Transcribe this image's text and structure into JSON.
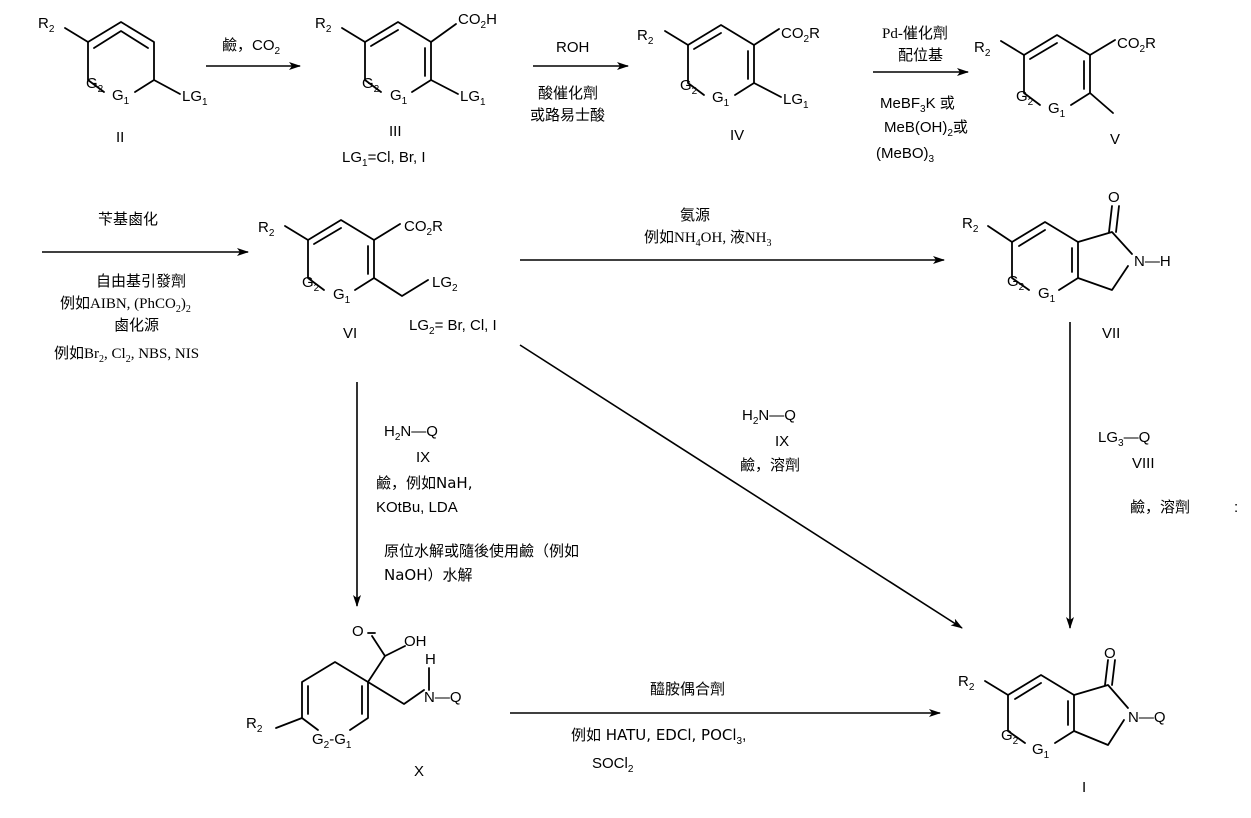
{
  "colors": {
    "ink": "#000000",
    "background": "#ffffff"
  },
  "compounds": {
    "II": {
      "label": "II",
      "r2": "R",
      "r2_sub": "2",
      "g2": "G",
      "g2_sub": "2",
      "g1": "G",
      "g1_sub": "1",
      "lg": "LG",
      "lg_sub": "1"
    },
    "III": {
      "label": "III",
      "r2": "R",
      "r2_sub": "2",
      "g2": "G",
      "g2_sub": "2",
      "g1": "G",
      "g1_sub": "1",
      "lg": "LG",
      "lg_sub": "1",
      "acid": "CO",
      "acid_sub": "2",
      "acid_end": "H",
      "note_a": "LG",
      "note_sub": "1",
      "note_b": "=Cl, Br, I"
    },
    "IV": {
      "label": "IV",
      "r2": "R",
      "r2_sub": "2",
      "g2": "G",
      "g2_sub": "2",
      "g1": "G",
      "g1_sub": "1",
      "lg": "LG",
      "lg_sub": "1",
      "ester": "CO",
      "ester_sub": "2",
      "ester_end": "R"
    },
    "V": {
      "label": "V",
      "r2": "R",
      "r2_sub": "2",
      "g2": "G",
      "g2_sub": "2",
      "g1": "G",
      "g1_sub": "1",
      "ester": "CO",
      "ester_sub": "2",
      "ester_end": "R"
    },
    "VI": {
      "label": "VI",
      "r2": "R",
      "r2_sub": "2",
      "g2": "G",
      "g2_sub": "2",
      "g1": "G",
      "g1_sub": "1",
      "ester": "CO",
      "ester_sub": "2",
      "ester_end": "R",
      "lg": "LG",
      "lg_sub": "2",
      "note_a": "LG",
      "note_sub": "2",
      "note_b": "= Br, Cl, I"
    },
    "VII": {
      "label": "VII",
      "r2": "R",
      "r2_sub": "2",
      "g2": "G",
      "g2_sub": "2",
      "g1": "G",
      "g1_sub": "1",
      "o": "O",
      "nh": "N—H"
    },
    "X": {
      "label": "X",
      "r2": "R",
      "r2_sub": "2",
      "g2": "G",
      "g2_sub": "2",
      "g1": "G",
      "g1_sub": "1",
      "o": "O",
      "oh": "OH",
      "h": "H",
      "nq": "N—Q"
    },
    "I": {
      "label": "I",
      "r2": "R",
      "r2_sub": "2",
      "g2": "G",
      "g2_sub": "2",
      "g1": "G",
      "g1_sub": "1",
      "o": "O",
      "nq": "N—Q"
    }
  },
  "steps": {
    "s1": {
      "reagent_a": "鹼",
      "reagent_b": "，CO",
      "reagent_sub": "2"
    },
    "s2": {
      "top": "ROH",
      "bottom1": "酸催化劑",
      "bottom2": "或路易士酸"
    },
    "s3": {
      "top1": "Pd-催化劑",
      "top2": "配位基",
      "b1_a": "MeBF",
      "b1_sub": "3",
      "b1_b": "K 或",
      "b2_a": "MeB(OH)",
      "b2_sub": "2",
      "b2_b": "或",
      "b3_a": "(MeBO)",
      "b3_sub": "3"
    },
    "s4": {
      "top": "苄基鹵化",
      "b1": "自由基引發劑",
      "b2_a": "例如AIBN, (PhCO",
      "b2_sub1": "2",
      "b2_b": ")",
      "b2_sub2": "2",
      "b3": "鹵化源",
      "b4_a": "例如Br",
      "b4_s1": "2",
      "b4_b": ", Cl",
      "b4_s2": "2",
      "b4_c": ", NBS, NIS"
    },
    "s5": {
      "top1": "氨源",
      "top2_a": "例如NH",
      "top2_s1": "4",
      "top2_b": "OH, 液NH",
      "top2_s2": "3"
    },
    "s6": {
      "amine_a": "H",
      "amine_sub": "2",
      "amine_b": "N—Q",
      "label": "IX",
      "b1": "鹼，例如NaH,",
      "b2": "KOtBu, LDA",
      "b3": "原位水解或隨後使用鹼（例如",
      "b4": "NaOH）水解"
    },
    "s7": {
      "amine_a": "H",
      "amine_sub": "2",
      "amine_b": "N—Q",
      "label": "IX",
      "b1": "鹼，溶劑"
    },
    "s8": {
      "r_a": "LG",
      "r_sub": "3",
      "r_b": "—Q",
      "label": "VIII",
      "b1": "鹼，溶劑",
      "stray": ":"
    },
    "s9": {
      "top": "醯胺偶合劑",
      "b1_a": "例如 HATU, EDCl, POCl",
      "b1_sub": "3",
      "b1_b": ",",
      "b2_a": "SOCl",
      "b2_sub": "2"
    }
  }
}
